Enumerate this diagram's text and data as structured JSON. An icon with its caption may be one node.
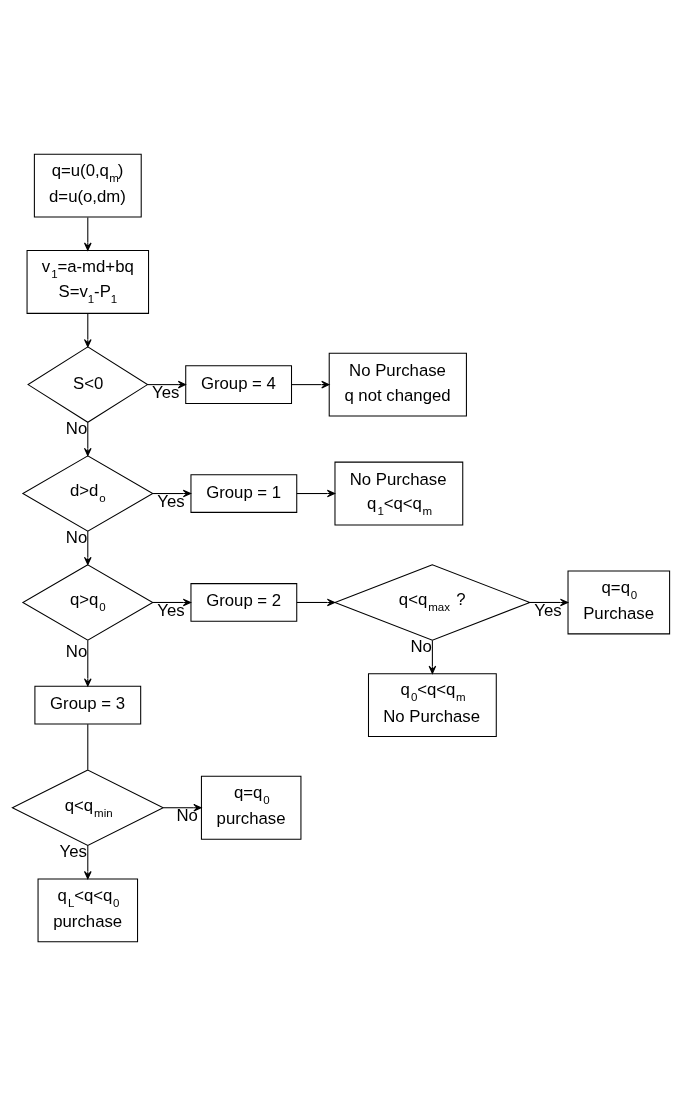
{
  "diagram": {
    "nodes": [
      {
        "text": [
          "q=u(0,q$_{m}$)",
          "d=u(o,dm)"
        ]
      },
      {
        "text": [
          "v$_{1}$=a-md+bq",
          "S=v$_{1}$-P$_{1}$"
        ]
      },
      {
        "text": [
          "S<0"
        ]
      },
      {
        "text": [
          "Group = 4"
        ]
      },
      {
        "text": [
          "No Purchase",
          "q not changed"
        ]
      },
      {
        "text": [
          "d>d$_{o}$"
        ]
      },
      {
        "text": [
          "Group = 1"
        ]
      },
      {
        "text": [
          "No Purchase",
          "q$_{1}$<q<q$_{m}$"
        ]
      },
      {
        "text": [
          "q>q$_{0}$"
        ]
      },
      {
        "text": [
          "Group = 2"
        ]
      },
      {
        "text": [
          "q<q$_{max}$ ?"
        ]
      },
      {
        "text": [
          "q=q$_{0}$",
          "Purchase"
        ]
      },
      {
        "text": [
          "q$_{0}$<q<q$_{m}$",
          "No Purchase"
        ]
      },
      {
        "text": [
          "Group = 3"
        ]
      },
      {
        "text": [
          "q<q$_{min}$"
        ]
      },
      {
        "text": [
          "q=q$_{0}$",
          "purchase"
        ]
      },
      {
        "text": [
          "q$_{L}$<q<q$_{0}$",
          "purchase"
        ]
      }
    ],
    "edges": [
      {
        "from": 0,
        "to": 1,
        "arrow": "to"
      },
      {
        "from": 1,
        "to": 2,
        "arrow": "to"
      },
      {
        "from": 2,
        "to": 3,
        "label": "Yes",
        "arrow": "to"
      },
      {
        "from": 3,
        "to": 4,
        "arrow": "to"
      },
      {
        "from": 2,
        "to": 5,
        "label": "No",
        "arrow": "to"
      },
      {
        "from": 5,
        "to": 6,
        "label": "Yes",
        "arrow": "to"
      },
      {
        "from": 6,
        "to": 7,
        "arrow": "to"
      },
      {
        "from": 5,
        "to": 8,
        "label": "No",
        "arrow": "to"
      },
      {
        "from": 8,
        "to": 9,
        "label": "Yes",
        "arrow": "to"
      },
      {
        "from": 9,
        "to": 10,
        "arrow": "to"
      },
      {
        "from": 10,
        "to": 11,
        "label": "Yes",
        "arrow": "to"
      },
      {
        "from": 10,
        "to": 12,
        "label": "No",
        "arrow": "to"
      },
      {
        "from": 8,
        "to": 13,
        "label": "No",
        "arrow": "to"
      },
      {
        "from": 13,
        "to": 14,
        "arrow": "none"
      },
      {
        "from": 14,
        "to": 15,
        "label": "No",
        "arrow": "to"
      },
      {
        "from": 14,
        "to": 16,
        "label": "Yes",
        "arrow": "to"
      }
    ]
  }
}
